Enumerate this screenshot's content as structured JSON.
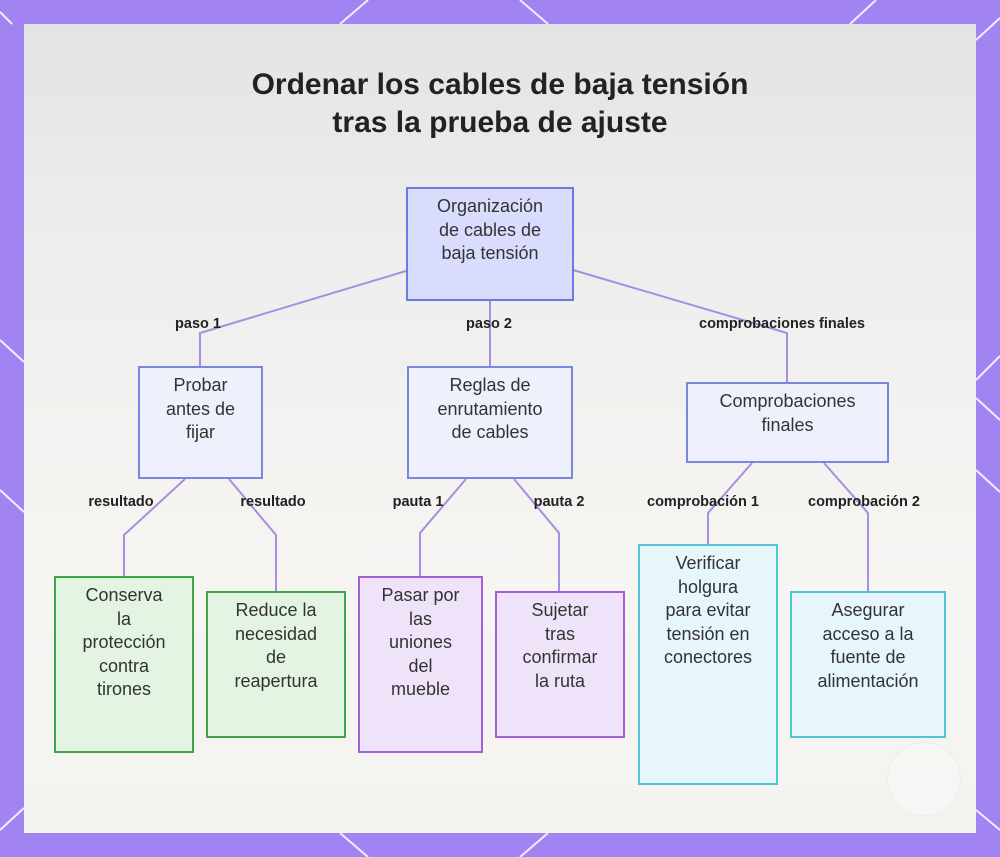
{
  "title": {
    "line1": "Ordenar los cables de baja tensión",
    "line2": "tras la prueba de ajuste"
  },
  "nodes": {
    "root": "Organización\nde cables de\nbaja tensión",
    "probar": "Probar\nantes de\nfijar",
    "reglas": "Reglas de\nenrutamiento\nde cables",
    "comprobaciones": "Comprobaciones\nfinales",
    "conserva": "Conserva\nla\nprotección\ncontra\ntirones",
    "reduce": "Reduce la\nnecesidad\nde\nreapertura",
    "pasar": "Pasar por\nlas\nuniones\ndel\nmueble",
    "sujetar": "Sujetar\ntras\nconfirmar\nla ruta",
    "verificar": "Verificar\nholgura\npara evitar\ntensión en\nconectores",
    "asegurar": "Asegurar\nacceso a la\nfuente de\nalimentación"
  },
  "edge_labels": {
    "paso1": "paso 1",
    "paso2": "paso 2",
    "finales": "comprobaciones finales",
    "resultado_a": "resultado",
    "resultado_b": "resultado",
    "pauta1": "pauta 1",
    "pauta2": "pauta 2",
    "comprobacion1": "comprobación 1",
    "comprobacion2": "comprobación 2"
  },
  "colors": {
    "background_frame": "#a184f2",
    "connector": "#a98de0"
  }
}
